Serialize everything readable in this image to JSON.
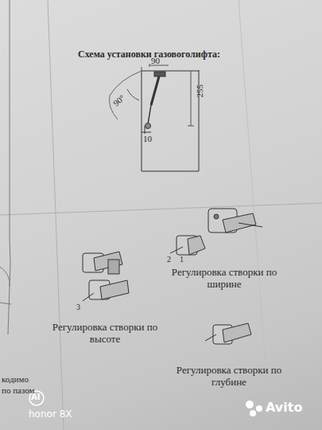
{
  "diagram": {
    "title": "Схема установки газовоголифта:",
    "labels": [
      "90",
      "90°",
      "255",
      "10",
      "2",
      "1",
      "3",
      "Регулировка створки по ширине",
      "Регулировка створки по высоте",
      "Регулировка створки по глубине",
      "кодимо",
      "по пазом",
      "AI",
      "honor 8X",
      "Avito"
    ]
  }
}
